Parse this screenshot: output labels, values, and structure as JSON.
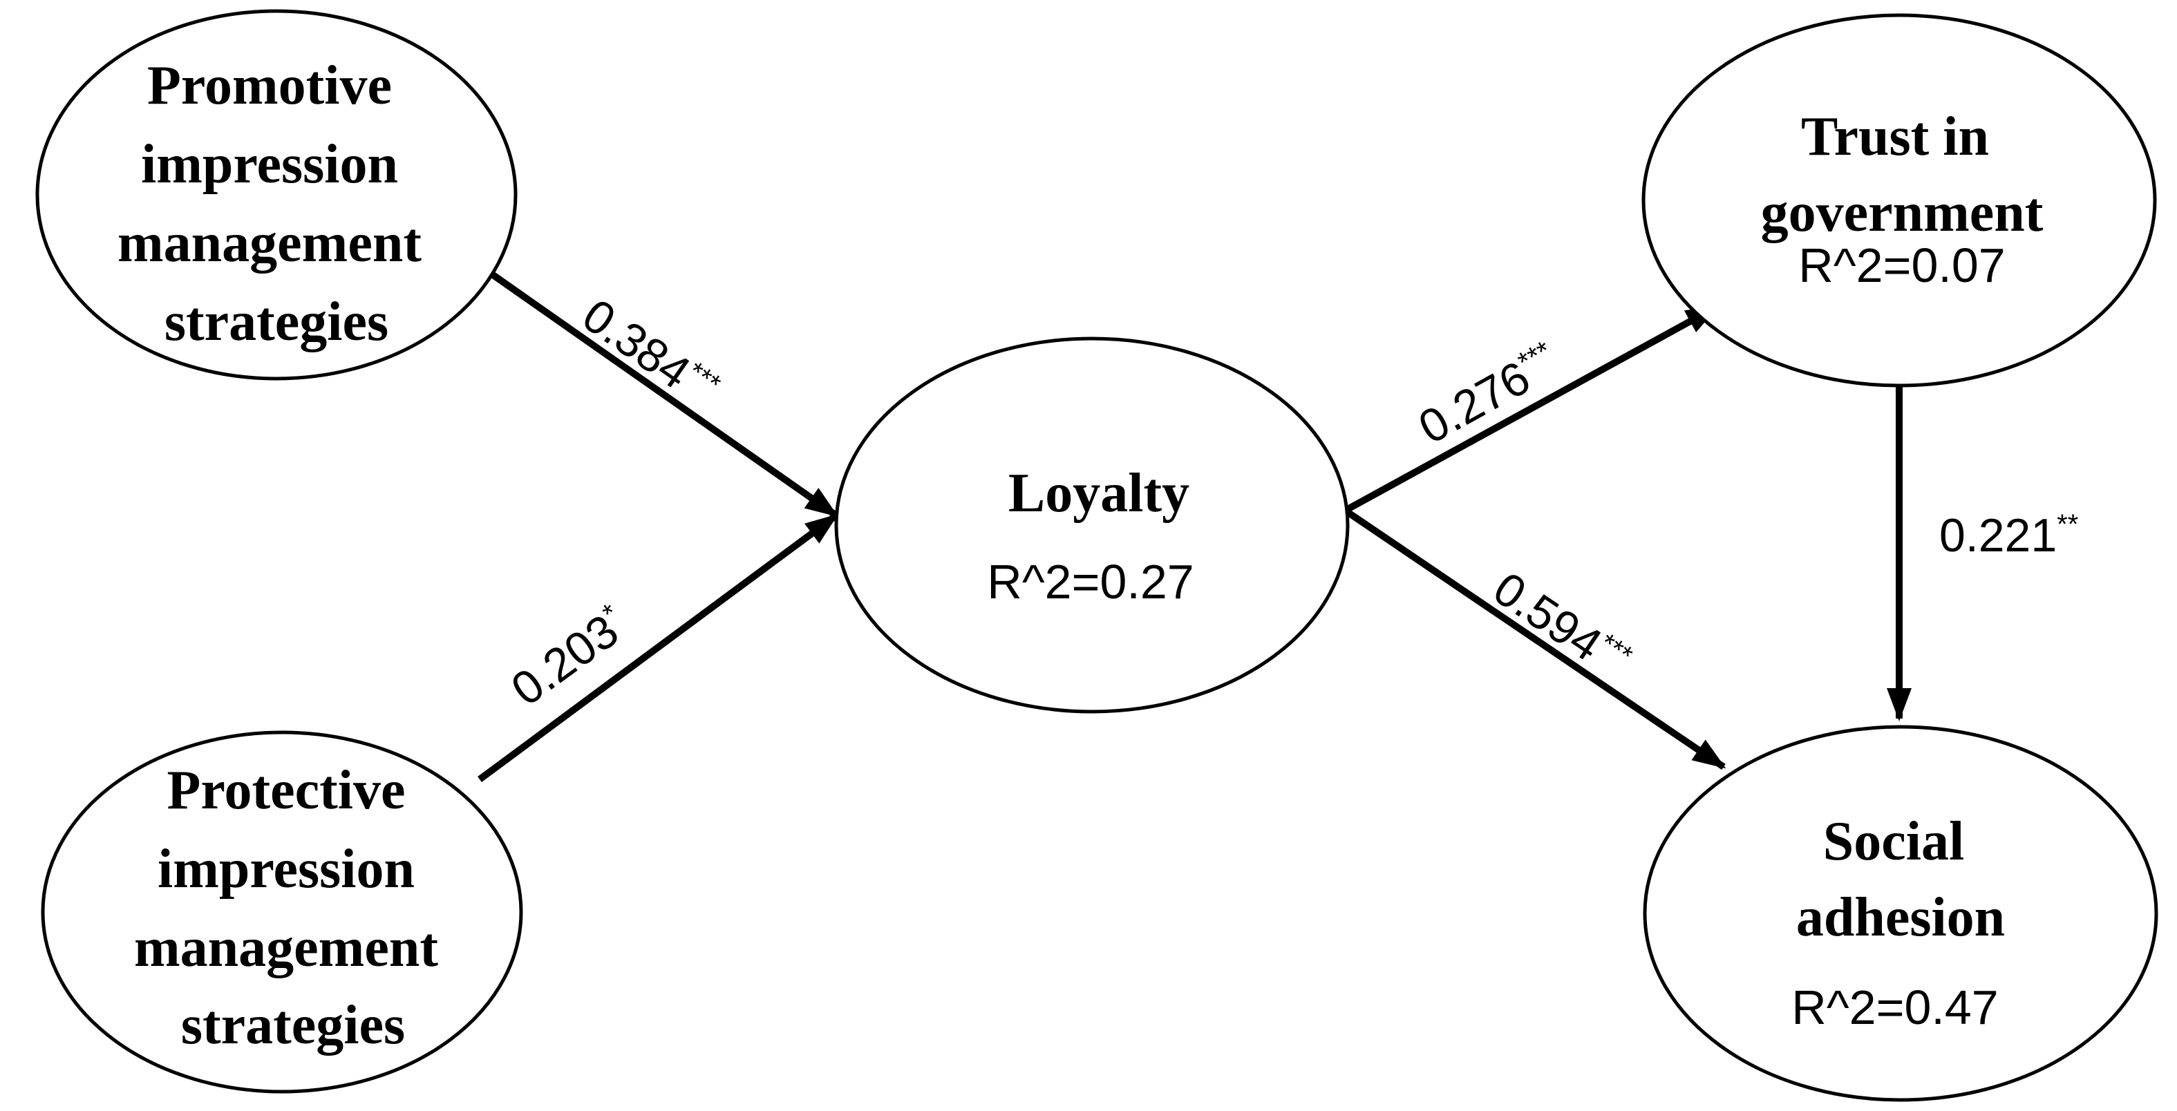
{
  "nodes": {
    "promotive": {
      "title": [
        "Promotive",
        "impression",
        "management",
        "strategies"
      ]
    },
    "protective": {
      "title": [
        "Protective",
        "impression",
        "management",
        "strategies"
      ]
    },
    "loyalty": {
      "title": [
        "Loyalty"
      ],
      "r2": "R^2=0.27"
    },
    "trust": {
      "title": [
        "Trust in",
        "government"
      ],
      "r2": "R^2=0.07"
    },
    "social": {
      "title": [
        "Social",
        "adhesion"
      ],
      "r2": "R^2=0.47"
    }
  },
  "edges": {
    "promotive_loyalty": {
      "from": "Promotive impression management strategies",
      "to": "Loyalty",
      "coef": "0.384",
      "sig": "***"
    },
    "protective_loyalty": {
      "from": "Protective impression management strategies",
      "to": "Loyalty",
      "coef": "0.203",
      "sig": "*"
    },
    "loyalty_trust": {
      "from": "Loyalty",
      "to": "Trust in government",
      "coef": "0.276",
      "sig": "***"
    },
    "loyalty_social": {
      "from": "Loyalty",
      "to": "Social adhesion",
      "coef": "0.594",
      "sig": "***"
    },
    "trust_social": {
      "from": "Trust in government",
      "to": "Social adhesion",
      "coef": "0.221",
      "sig": "**"
    }
  }
}
